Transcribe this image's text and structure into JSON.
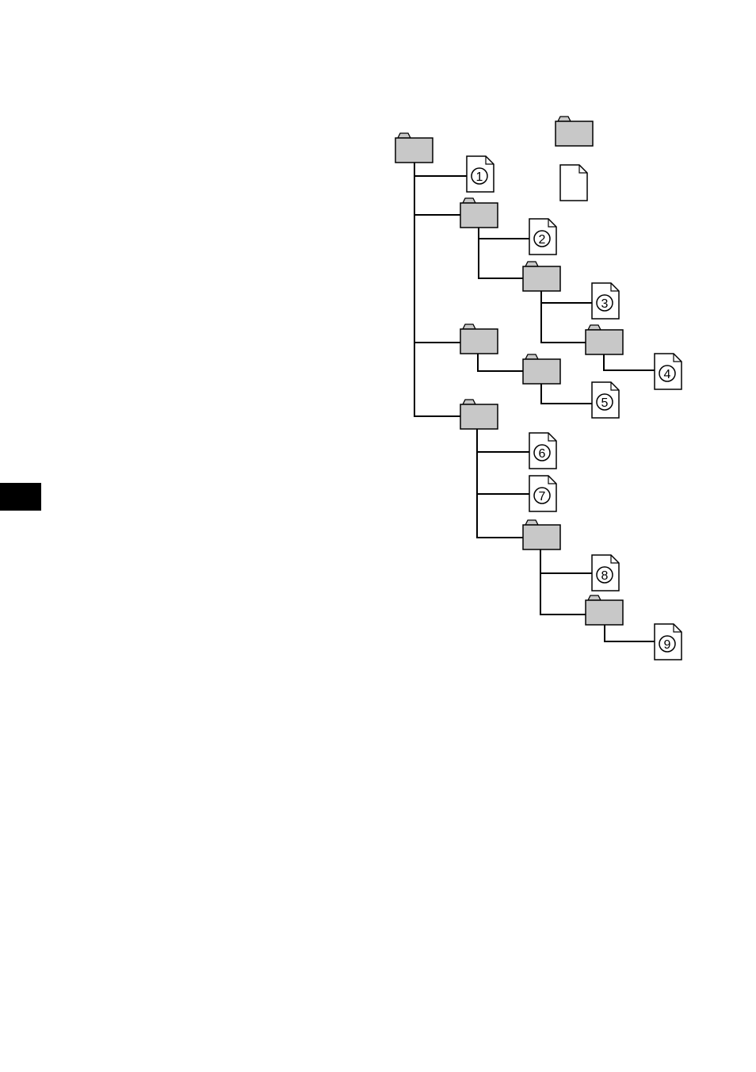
{
  "colors": {
    "folder_fill": "#c8c8c8",
    "stroke": "#000000",
    "page_fill": "#ffffff",
    "side_tab": "#000000"
  },
  "legend": [
    {
      "icon": "folder-icon"
    },
    {
      "icon": "file-icon"
    }
  ],
  "tree": {
    "folders": [
      {
        "id": "root",
        "parent": null
      },
      {
        "id": "f1",
        "parent": "root"
      },
      {
        "id": "f1a",
        "parent": "f1"
      },
      {
        "id": "f1b",
        "parent": "f1a"
      },
      {
        "id": "f2",
        "parent": "root"
      },
      {
        "id": "f2a",
        "parent": "f2"
      },
      {
        "id": "f3",
        "parent": "root"
      },
      {
        "id": "f3a",
        "parent": "f3"
      },
      {
        "id": "f3b",
        "parent": "f3a"
      }
    ],
    "files": [
      {
        "label": "1",
        "parent": "root"
      },
      {
        "label": "2",
        "parent": "f1"
      },
      {
        "label": "3",
        "parent": "f1a"
      },
      {
        "label": "4",
        "parent": "f1b"
      },
      {
        "label": "5",
        "parent": "f2a"
      },
      {
        "label": "6",
        "parent": "f3"
      },
      {
        "label": "7",
        "parent": "f3"
      },
      {
        "label": "8",
        "parent": "f3a"
      },
      {
        "label": "9",
        "parent": "f3b"
      }
    ]
  }
}
